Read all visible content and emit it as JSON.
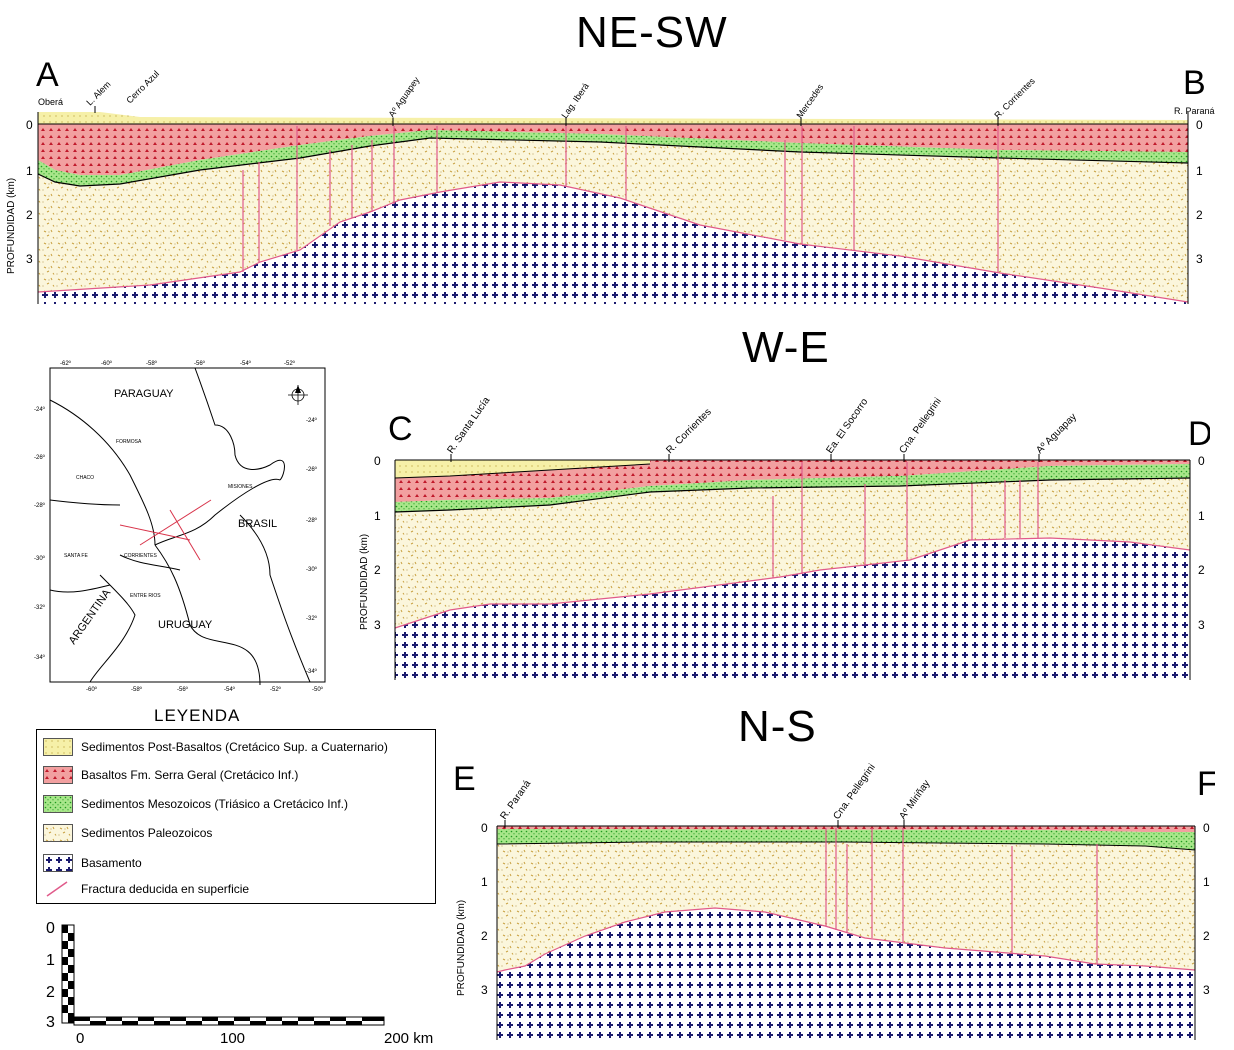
{
  "sections": [
    {
      "title": "NE-SW",
      "start_letter": "A",
      "end_letter": "B",
      "ylabel": "PROFUNDIDAD (km)",
      "depth_ticks": [
        "0",
        "1",
        "2",
        "3"
      ],
      "locations": [
        "Oberá",
        "L. Alem",
        "Cerro Azul",
        "Aº Aguapey",
        "Lag. Iberá",
        "Mercedes",
        "R. Corrientes",
        "R. Paraná"
      ]
    },
    {
      "title": "W-E",
      "start_letter": "C",
      "end_letter": "D",
      "ylabel": "PROFUNDIDAD (km)",
      "depth_ticks": [
        "0",
        "1",
        "2",
        "3"
      ],
      "locations": [
        "R. Santa Lucía",
        "R. Corrientes",
        "Ea. El Socorro",
        "Cna. Pellegrini",
        "Aº Aguapay"
      ]
    },
    {
      "title": "N-S",
      "start_letter": "E",
      "end_letter": "F",
      "ylabel": "PROFUNDIDAD (km)",
      "depth_ticks": [
        "0",
        "1",
        "2",
        "3"
      ],
      "locations": [
        "R. Paraná",
        "Cna. Pellegrini",
        "Aº Miriñay"
      ]
    }
  ],
  "map": {
    "countries": [
      "PARAGUAY",
      "BRASIL",
      "URUGUAY",
      "ARGENTINA"
    ],
    "provinces": [
      "FORMOSA",
      "CHACO",
      "MISIONES",
      "SANTA FE",
      "CORRIENTES",
      "ENTRE RIOS"
    ],
    "lon_labels": [
      "-62º",
      "-60º",
      "-58º",
      "-56º",
      "-54º",
      "-52º"
    ],
    "lon_labels_bottom": [
      "-60º",
      "-58º",
      "-56º",
      "-54º",
      "-52º",
      "-50º"
    ],
    "lat_labels_left": [
      "-24º",
      "-26º",
      "-28º",
      "-30º",
      "-32º",
      "-34º"
    ],
    "lat_labels_right": [
      "-24º",
      "-26º",
      "-28º",
      "-30º",
      "-32º",
      "-34º"
    ]
  },
  "legend": {
    "title": "LEYENDA",
    "items": [
      {
        "label": "Sedimentos Post-Basaltos (Cretácico Sup. a Cuaternario)",
        "pattern": "post-basaltos"
      },
      {
        "label": "Basaltos Fm. Serra Geral (Cretácico Inf.)",
        "pattern": "basaltos"
      },
      {
        "label": "Sedimentos Mesozoicos (Triásico a Cretácico Inf.)",
        "pattern": "mesozoicos"
      },
      {
        "label": "Sedimentos Paleozoicos",
        "pattern": "paleozoicos"
      },
      {
        "label": "Basamento",
        "pattern": "basamento"
      },
      {
        "label": "Fractura deducida en superficie",
        "pattern": "fractura"
      }
    ]
  },
  "scale": {
    "vertical_ticks": [
      "0",
      "1",
      "2",
      "3"
    ],
    "horizontal_ticks": [
      "0",
      "100",
      "200 km"
    ]
  },
  "colors": {
    "post_basaltos": "#f6f0a8",
    "basaltos": "#f2a0a0",
    "basaltos_dot": "#c0182a",
    "mesozoicos": "#a8e68a",
    "mesozoicos_dot": "#1f9a1f",
    "paleozoicos": "#fbf6dc",
    "paleozoicos_dot": "#c8a040",
    "basamento": "#ffffff",
    "basamento_mark": "#1a1a6e",
    "fracture": "#e05a8a"
  }
}
